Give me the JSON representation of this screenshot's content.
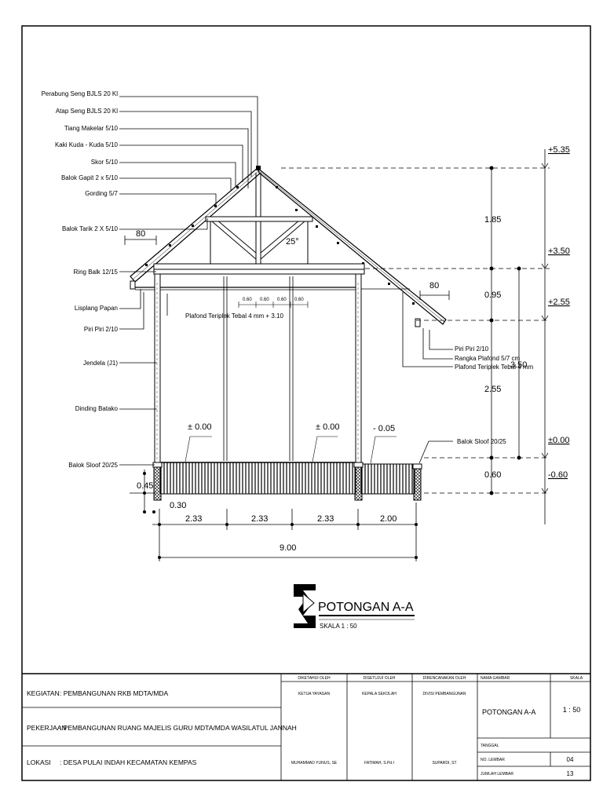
{
  "drawing": {
    "callouts_left": [
      "Perabung Seng BJLS 20 Kl",
      "Atap Seng BJLS 20 Kl",
      "Tiang Makelar 5/10",
      "Kaki Kuda - Kuda 5/10",
      "Skor 5/10",
      "Balok Gapit 2 x 5/10",
      "Gording 5/7",
      "Balok Tarik 2 X 5/10",
      "Ring Balk 12/15",
      "Lisplang Papan",
      "Piri Piri 2/10",
      "Jendela (J1)",
      "Dinding Batako",
      "Balok Sloof 20/25"
    ],
    "callouts_right": [
      "Piri Piri 2/10",
      "Rangka Plafond 5/7 cm",
      "Plafond Teriplek Tebal 4 mm",
      "Balok Sloof 20/25"
    ],
    "plafond_label": "Plafond Teriplek Tebal 4 mm + 3.10",
    "roof_angle": "25°",
    "overhang_left": "80",
    "overhang_right": "80",
    "plafond_spacing": [
      "0.60",
      "0.60",
      "0.60",
      "0.60"
    ],
    "floor_marks": [
      "± 0.00",
      "± 0.00",
      "- 0.05"
    ],
    "bottom_dims": {
      "foundation_depth": "0.45",
      "sloof_width": "0.30",
      "spans": [
        "2.33",
        "2.33",
        "2.33",
        "2.00"
      ],
      "total": "9.00"
    },
    "vertical_dims": [
      "1.85",
      "0.95",
      "2.55",
      "0.60",
      "3.50"
    ],
    "levels": [
      "+5.35",
      "+3.50",
      "+2.55",
      "±0.00",
      "-0.60"
    ],
    "section_title": "POTONGAN A-A",
    "section_scale": "SKALA   1 : 50"
  },
  "title_block": {
    "kegiatan_label": "KEGIATAN",
    "kegiatan_value": ": PEMBANGUNAN RKB MDTA/MDA",
    "pekerjaan_label": "PEKERJAAN",
    "pekerjaan_value": ": PEMBANGUNAN RUANG MAJELIS GURU MDTA/MDA WASILATUL JANNAH",
    "lokasi_label": "LOKASI",
    "lokasi_value": ": DESA PULAI INDAH KECAMATAN KEMPAS",
    "diketahui_header": "DIKETAHUI OLEH",
    "diketahui_role": "KETUA YAYASAN",
    "diketahui_name": "MUHAMMAD YUNUS, SE",
    "disetujui_header": "DISETUJUI OLEH",
    "disetujui_role": "KEPALA SEKOLAH",
    "disetujui_name": "FATIMAH, S.Pd.I",
    "direncanakan_header": "DIRENCANAKAN OLEH",
    "direncanakan_role": "DIVISI PEMBANGUNAN",
    "direncanakan_name": "SUPARDI, ST",
    "nama_gambar_header": "NAMA GAMBAR",
    "nama_gambar_value": "POTONGAN A-A",
    "skala_header": "SKALA",
    "skala_value": "1 : 50",
    "tanggal_label": "TANGGAL",
    "tanggal_value": "",
    "no_lembar_label": "NO. LEMBAR",
    "no_lembar_value": "04",
    "jumlah_lembar_label": "JUMLAH LEMBAR",
    "jumlah_lembar_value": "13"
  }
}
